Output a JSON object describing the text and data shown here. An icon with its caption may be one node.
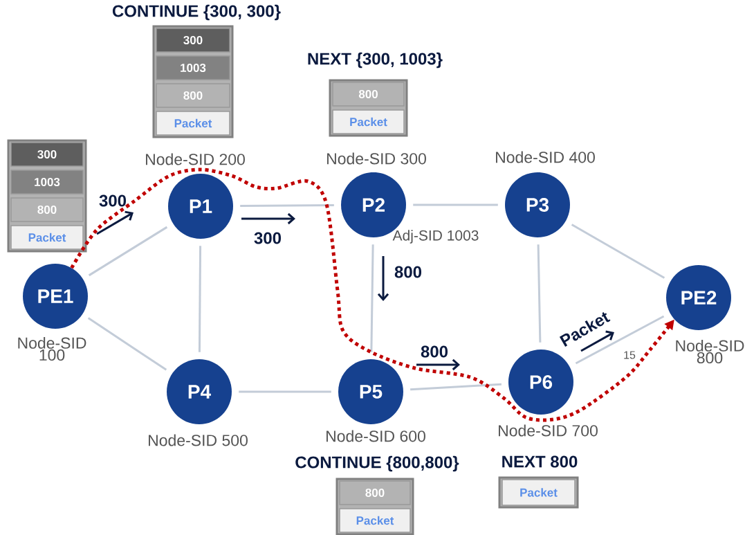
{
  "diagram": {
    "nodes": [
      {
        "text": [
          "300",
          "1003",
          "800",
          "Packet"
        ],
        "beside": [
          "CONTINUE {300, 300}"
        ]
      },
      {
        "text": [
          "800",
          "Packet"
        ],
        "beside": [
          "NEXT {300, 1003}"
        ]
      },
      {
        "text": [
          "300",
          "1003",
          "800",
          "Packet"
        ]
      },
      {
        "text": [
          "P1"
        ],
        "beside": [
          "Node-SID 200"
        ]
      },
      {
        "text": [
          "P2"
        ],
        "beside": [
          "Node-SID 300"
        ]
      },
      {
        "text": [
          "P3"
        ],
        "beside": [
          "Node-SID 400"
        ]
      },
      {
        "text": [
          "PE1"
        ],
        "beside": [
          "Node-SID 100"
        ]
      },
      {
        "text": [
          "PE2"
        ],
        "beside": [
          "Node-SID 800"
        ]
      },
      {
        "text": [
          "P4"
        ],
        "beside": [
          "Node-SID 500"
        ]
      },
      {
        "text": [
          "P5"
        ],
        "beside": [
          "Node-SID 600"
        ]
      },
      {
        "text": [
          "P6"
        ],
        "beside": [
          "Node-SID 700"
        ]
      },
      {
        "text": [
          "800",
          "Packet"
        ],
        "beside": [
          "CONTINUE {800,800}"
        ]
      },
      {
        "text": [
          "Packet"
        ],
        "beside": [
          "NEXT 800"
        ]
      }
    ],
    "edges": [
      {
        "from": 6,
        "to": 3,
        "arrow": "none"
      },
      {
        "from": 6,
        "to": 8,
        "arrow": "none"
      },
      {
        "from": 3,
        "to": 4,
        "arrow": "none"
      },
      {
        "from": 3,
        "to": 8,
        "arrow": "none"
      },
      {
        "from": 4,
        "to": 5,
        "arrow": "none"
      },
      {
        "from": 4,
        "to": 9,
        "arrow": "none"
      },
      {
        "from": 5,
        "to": 10,
        "arrow": "none"
      },
      {
        "from": 5,
        "to": 7,
        "arrow": "none"
      },
      {
        "from": 8,
        "to": 9,
        "arrow": "none"
      },
      {
        "from": 9,
        "to": 10,
        "arrow": "none"
      },
      {
        "from": 10,
        "to": 7,
        "arrow": "none",
        "label": "15"
      },
      {
        "from": 6,
        "to": 7,
        "arrow": "to",
        "style": "dashed",
        "color": "#c00000"
      }
    ],
    "labels": [
      "300",
      "300",
      "Adj-SID 1003",
      "800",
      "Packet",
      "800"
    ]
  }
}
